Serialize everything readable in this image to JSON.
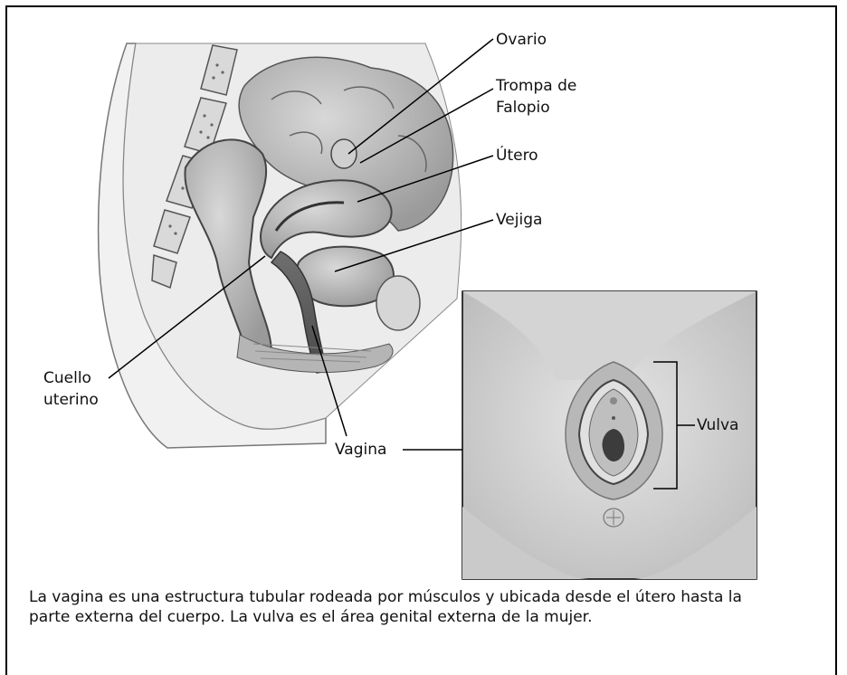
{
  "labels": {
    "ovario": "Ovario",
    "trompa_line1": "Trompa de",
    "trompa_line2": "Falopio",
    "utero": "Útero",
    "vejiga": "Vejiga",
    "cuello_line1": "Cuello",
    "cuello_line2": "uterino",
    "vagina": "Vagina",
    "vulva": "Vulva"
  },
  "caption": {
    "line1": "La vagina es una estructura tubular rodeada por músculos y ubicada desde el útero hasta la",
    "line2": "parte externa del cuerpo. La vulva es el área genital externa de la mujer."
  }
}
